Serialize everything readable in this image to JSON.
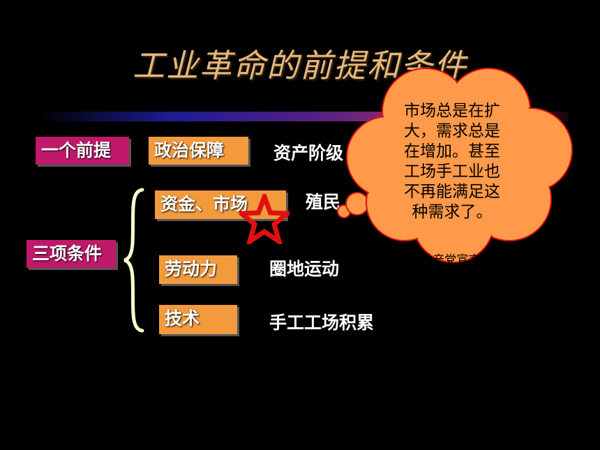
{
  "slide": {
    "title": "工业革命的前提和条件",
    "premise_label": "一个前提",
    "conditions_label": "三项条件",
    "political_box": "政治保障",
    "political_text": "资产阶级",
    "capital_box": "资金、市场",
    "capital_text": "殖民",
    "labor_box": "劳动力",
    "labor_text": "圈地运动",
    "tech_box": "技术",
    "tech_text": "手工工场积累",
    "callout_lines": [
      "市场总是在扩",
      "大，需求总是",
      "在增加。甚至",
      "工场手工业也",
      "不再能满足这",
      "种需求了。"
    ],
    "callout_dash": "--",
    "callout_source": "《共产党宣言》"
  },
  "colors": {
    "magenta_box": "#c0186a",
    "orange_box": "#f29a3c",
    "title": "#e8b878",
    "brace": "#fffdd0",
    "star": "#e01010",
    "cloud_fill": "#ff9a4a",
    "cloud_stroke": "#d81010"
  },
  "icons": {
    "star": "star-icon",
    "brace": "curly-brace-icon"
  }
}
